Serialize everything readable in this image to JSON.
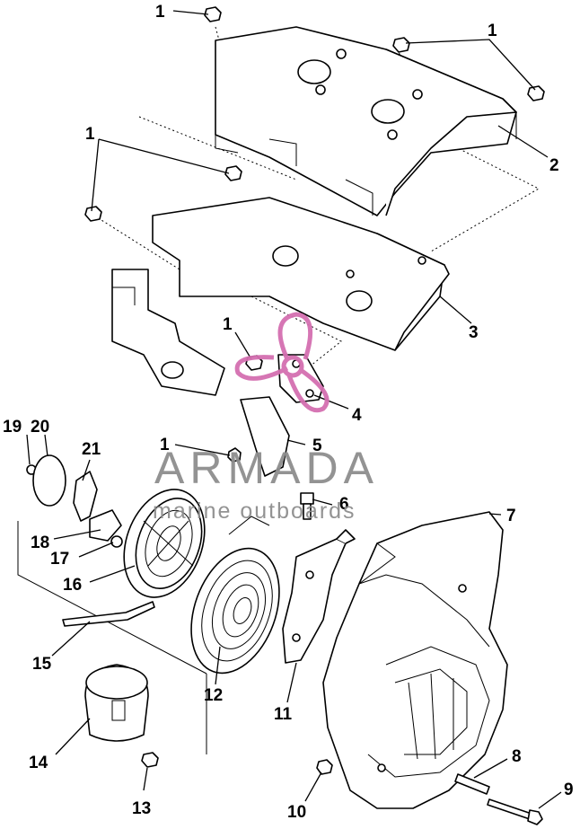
{
  "watermark": {
    "title": "ARMADA",
    "subtitle": "marine outboards",
    "logo_color": "#d46fb0",
    "text_color": "#8e8e8e"
  },
  "callouts": [
    {
      "id": "c1a",
      "text": "1"
    },
    {
      "id": "c1b",
      "text": "1"
    },
    {
      "id": "c2",
      "text": "2"
    },
    {
      "id": "c1c",
      "text": "1"
    },
    {
      "id": "c3",
      "text": "3"
    },
    {
      "id": "c1d",
      "text": "1"
    },
    {
      "id": "c4",
      "text": "4"
    },
    {
      "id": "c1e",
      "text": "1"
    },
    {
      "id": "c5",
      "text": "5"
    },
    {
      "id": "c19",
      "text": "19"
    },
    {
      "id": "c20",
      "text": "20"
    },
    {
      "id": "c21",
      "text": "21"
    },
    {
      "id": "c6",
      "text": "6"
    },
    {
      "id": "c7",
      "text": "7"
    },
    {
      "id": "c18",
      "text": "18"
    },
    {
      "id": "c17",
      "text": "17"
    },
    {
      "id": "c16",
      "text": "16"
    },
    {
      "id": "c15",
      "text": "15"
    },
    {
      "id": "c12",
      "text": "12"
    },
    {
      "id": "c11",
      "text": "11"
    },
    {
      "id": "c14",
      "text": "14"
    },
    {
      "id": "c13",
      "text": "13"
    },
    {
      "id": "c8",
      "text": "8"
    },
    {
      "id": "c9",
      "text": "9"
    },
    {
      "id": "c10",
      "text": "10"
    }
  ]
}
